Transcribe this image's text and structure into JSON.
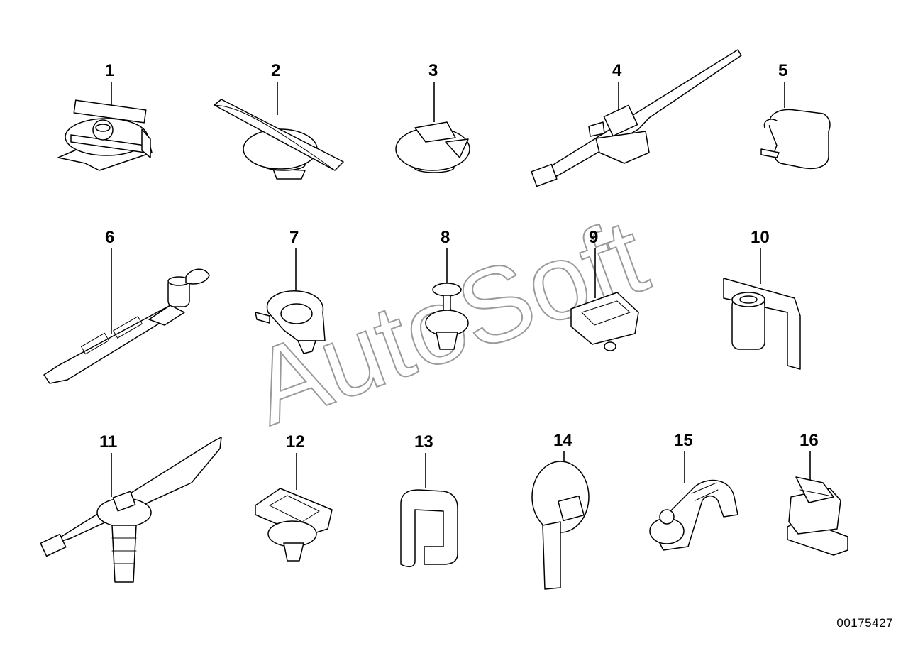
{
  "callouts": [
    "1",
    "2",
    "3",
    "4",
    "5",
    "6",
    "7",
    "8",
    "9",
    "10",
    "11",
    "12",
    "13",
    "14",
    "15",
    "16"
  ],
  "watermark": "AutoSoft",
  "reference_number": "00175427",
  "icons": [
    "cable-clip",
    "cable-tie",
    "push-rivet",
    "holder",
    "clamp",
    "bracket"
  ]
}
